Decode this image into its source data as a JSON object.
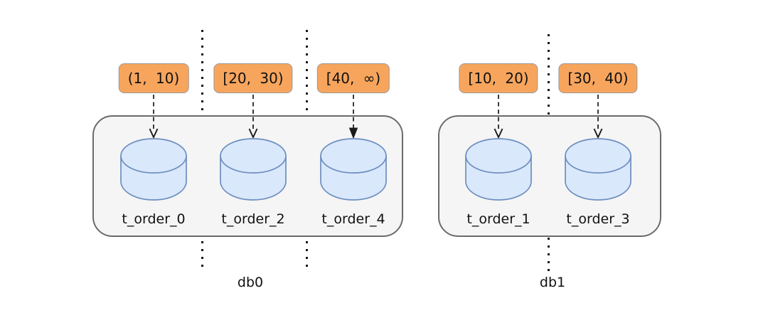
{
  "diagram": {
    "type": "database-sharding-diagram",
    "databases": [
      {
        "name": "db0",
        "tables": [
          {
            "range": "(1, 10)",
            "name": "t_order_0"
          },
          {
            "range": "[20, 30)",
            "name": "t_order_2"
          },
          {
            "range": "[40, ∞)",
            "name": "t_order_4"
          }
        ]
      },
      {
        "name": "db1",
        "tables": [
          {
            "range": "[10, 20)",
            "name": "t_order_1"
          },
          {
            "range": "[30, 40)",
            "name": "t_order_3"
          }
        ]
      }
    ],
    "colors": {
      "range_badge_fill": "#f7a55d",
      "range_badge_border": "#999999",
      "cylinder_fill": "#dae8fc",
      "cylinder_stroke": "#6c8ebf",
      "container_fill": "#f5f5f5",
      "container_border": "#6b6b6b",
      "connector": "#1a1a1a",
      "background": "#ffffff"
    }
  }
}
